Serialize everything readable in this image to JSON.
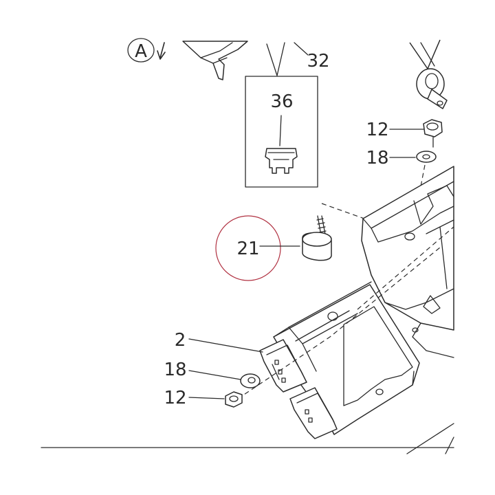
{
  "view_label": "A",
  "callouts": {
    "c32": "32",
    "c36": "36",
    "c12_top": "12",
    "c18_top": "18",
    "c21": "21",
    "c2": "2",
    "c18_bottom": "18",
    "c12_bottom": "12"
  },
  "colors": {
    "line": "#2a2a2a",
    "highlight_circle": "#b03040",
    "background": "#ffffff"
  }
}
